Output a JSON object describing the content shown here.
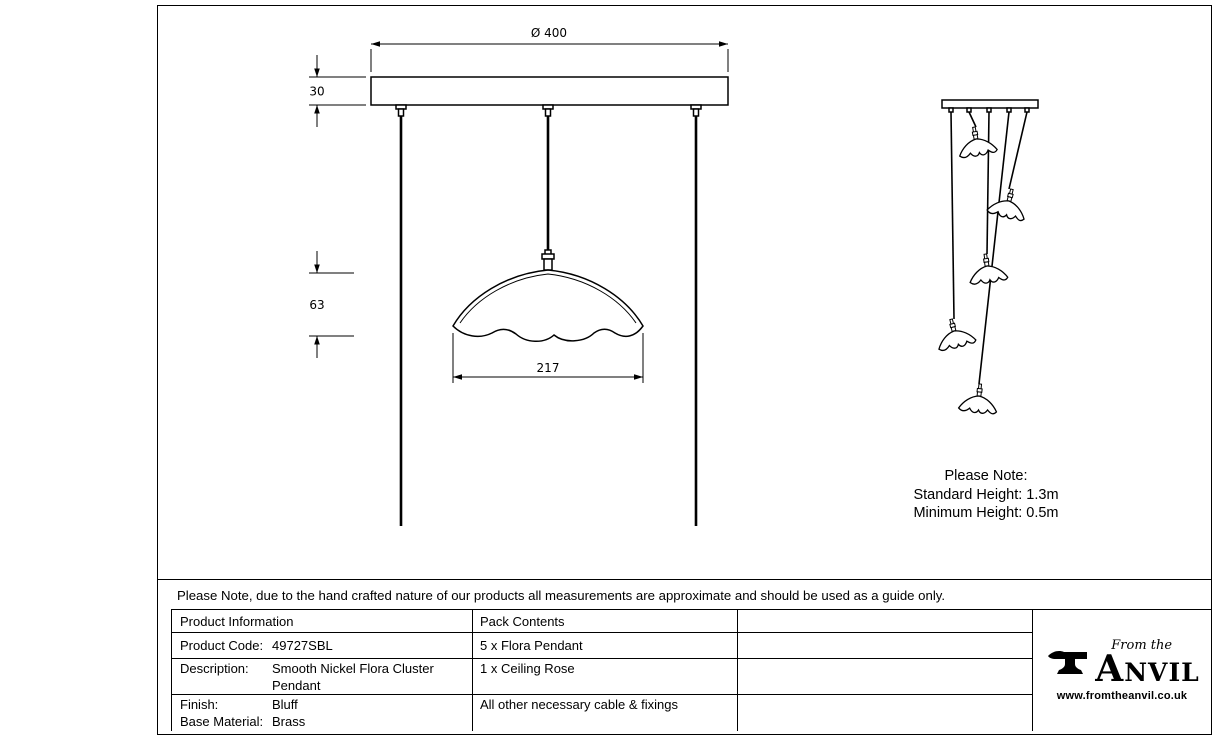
{
  "drawing": {
    "dim_diameter": "Ø 400",
    "dim_plate_thickness": "30",
    "dim_shade_height": "63",
    "dim_shade_width": "217",
    "height_note": {
      "title": "Please Note:",
      "standard": "Standard Height: 1.3m",
      "minimum": "Minimum Height: 0.5m"
    }
  },
  "disclaimer": "Please Note, due to the hand crafted nature of our products all measurements are approximate and should be used as a guide only.",
  "product_table": {
    "headers": {
      "product_info": "Product Information",
      "pack_contents": "Pack Contents"
    },
    "rows": [
      {
        "label": "Product Code:",
        "value": "49727SBL"
      },
      {
        "label": "Description:",
        "value": "Smooth Nickel Flora Cluster",
        "value_line2": "Pendant"
      },
      {
        "label": "Finish:",
        "value": "Bluff"
      },
      {
        "label": "Base Material:",
        "value": "Brass"
      }
    ],
    "pack_items": [
      "5 x Flora Pendant",
      "1 x Ceiling Rose",
      "All other necessary cable & fixings"
    ]
  },
  "branding": {
    "tagline": "From the",
    "name": "Anvil",
    "website": "www.fromtheanvil.co.uk"
  },
  "colors": {
    "line": "#000000",
    "background": "#ffffff"
  }
}
